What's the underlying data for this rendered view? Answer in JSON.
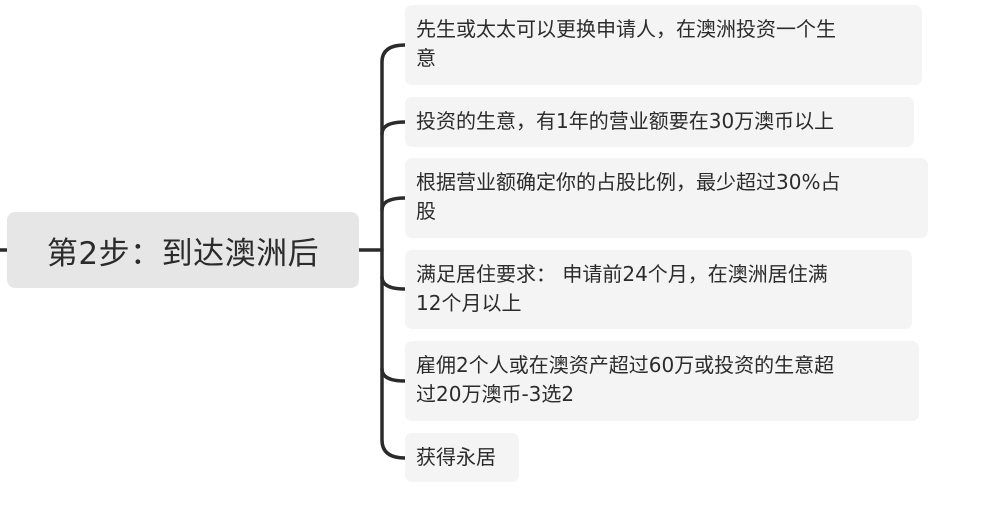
{
  "root": {
    "label": "第2步：到达澳洲后"
  },
  "children": [
    {
      "lines": [
        "先生或太太可以更换申请人，在澳洲投资一个生",
        "意"
      ]
    },
    {
      "lines": [
        "投资的生意，有1年的营业额要在30万澳币以上"
      ]
    },
    {
      "lines": [
        "根据营业额确定你的占股比例，最少超过30%占",
        "股"
      ]
    },
    {
      "lines": [
        "满足居住要求： 申请前24个月，在澳洲居住满",
        "12个月以上"
      ]
    },
    {
      "lines": [
        "雇佣2个人或在澳资产超过60万或投资的生意超",
        "过20万澳币-3选2"
      ]
    },
    {
      "lines": [
        "获得永居"
      ]
    }
  ],
  "colors": {
    "root_fill": "#e6e6e6",
    "child_fill": "#f4f4f4",
    "connector": "#2b2b2b",
    "text": "#2b2b2b"
  }
}
